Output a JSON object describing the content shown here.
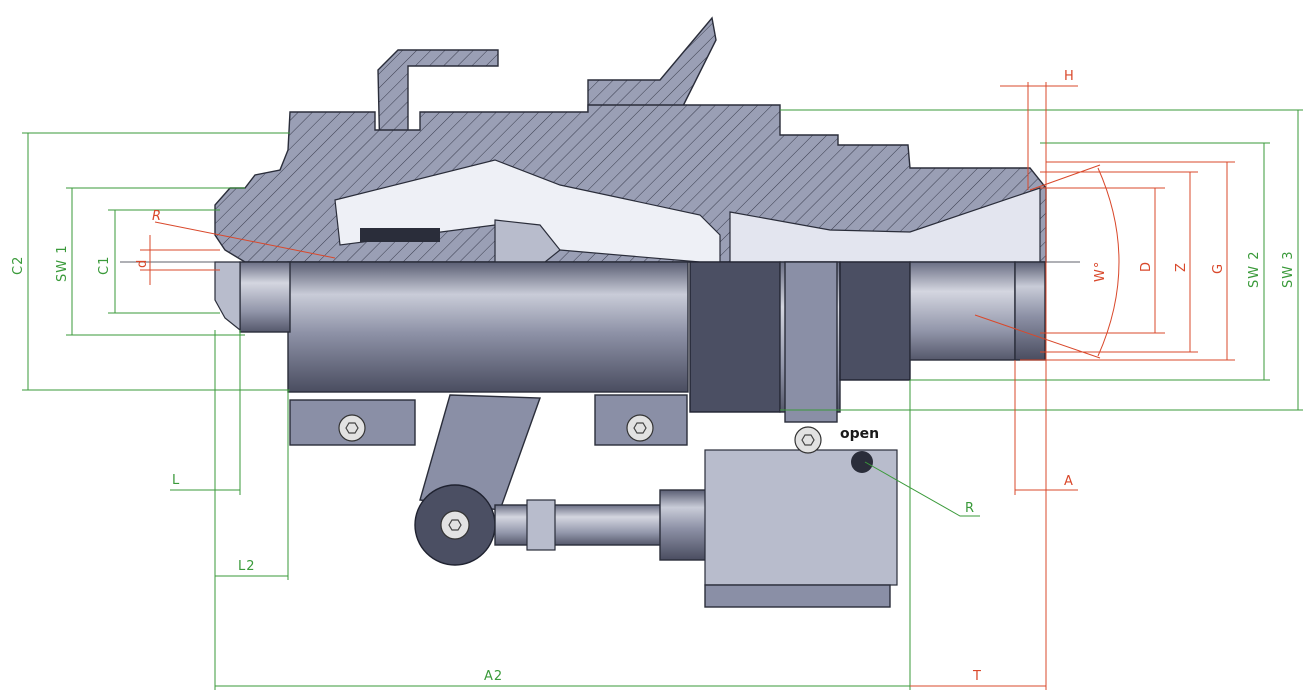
{
  "drawing": {
    "labels": {
      "C2": "C2",
      "SW1": "SW 1",
      "C1": "C1",
      "d": "d",
      "R_left": "R",
      "L": "L",
      "L2": "L2",
      "A2": "A2",
      "T": "T",
      "A": "A",
      "R_right": "R",
      "H": "H",
      "W": "W°",
      "D": "D",
      "Z": "Z",
      "G": "G",
      "SW2": "SW 2",
      "SW3": "SW 3"
    },
    "marking": "open",
    "colors": {
      "dimension_green": "#3a9a3a",
      "dimension_red": "#d9482b",
      "steel": "#8a8fa6"
    }
  }
}
